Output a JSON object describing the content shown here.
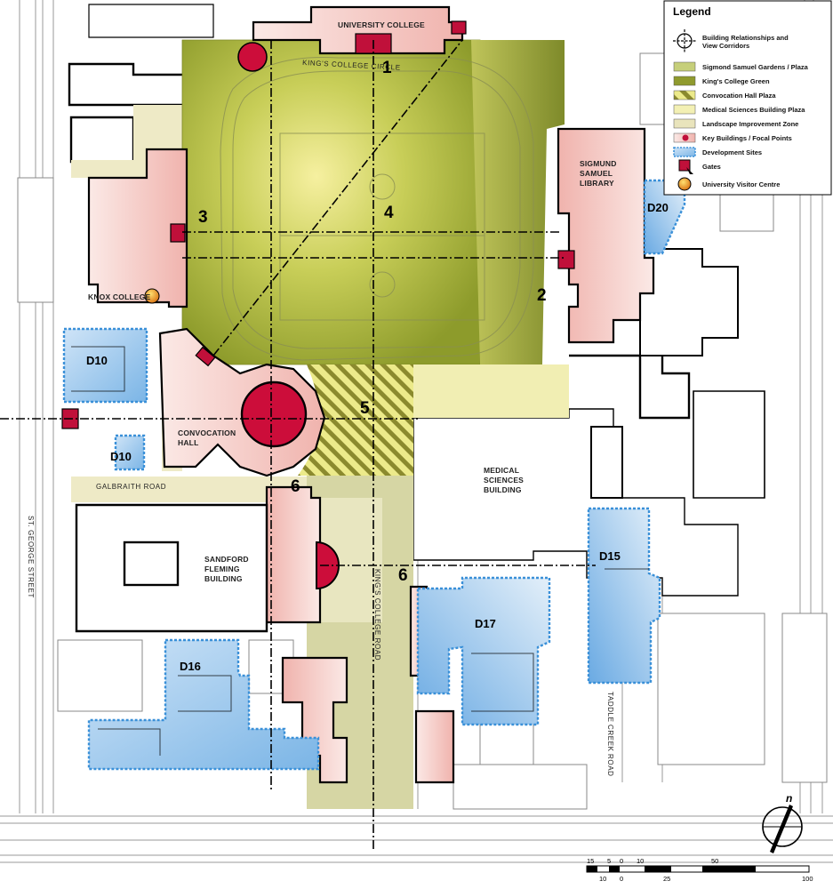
{
  "buildings": {
    "university_college": "UNIVERSITY COLLEGE",
    "sigmund_samuel_library": [
      "SIGMUND",
      "SAMUEL",
      "LIBRARY"
    ],
    "knox_college": "KNOX COLLEGE",
    "convocation_hall": [
      "CONVOCATION",
      "HALL"
    ],
    "medical_sciences_building": [
      "MEDICAL",
      "SCIENCES",
      "BUILDING"
    ],
    "sandford_fleming_building": [
      "SANDFORD",
      "FLEMING",
      "BUILDING"
    ]
  },
  "streets": {
    "kings_college_circle": "KING'S COLLEGE CIRCLE",
    "galbraith_road": "GALBRAITH ROAD",
    "st_george_street": "ST. GEORGE STREET",
    "kings_college_road": "KING'S COLLEGE ROAD",
    "taddle_creek_road": [
      "TADDLE",
      "CREEK",
      "ROAD"
    ]
  },
  "area_numbers": [
    "1",
    "2",
    "3",
    "4",
    "5",
    "6",
    "6"
  ],
  "development_sites": {
    "d10a": "D10",
    "d10b": "D10",
    "d15": "D15",
    "d16": "D16",
    "d17": "D17",
    "d20": "D20"
  },
  "legend": {
    "title": "Legend",
    "items": [
      {
        "label": "Building Relationships and View Corridors",
        "icon": "crosshair-icon"
      },
      {
        "label": "Sigmond Samuel Gardens / Plaza",
        "color": "#c6cf7a"
      },
      {
        "label": "King's College Green",
        "color": "#8f9a2e"
      },
      {
        "label": "Convocation Hall Plaza",
        "color": "#e6e07a"
      },
      {
        "label": "Medical Sciences Building Plaza",
        "color": "#f3f0b4"
      },
      {
        "label": "Landscape Improvement Zone",
        "color": "#e9e4bc"
      },
      {
        "label": "Key Buildings / Focal Points",
        "color": "#f4c6c2"
      },
      {
        "label": "Development Sites",
        "color": "#5aa7e0"
      },
      {
        "label": "Gates",
        "color": "#c0103a"
      },
      {
        "label": "University Visitor Centre",
        "color": "#f0a020"
      }
    ]
  },
  "north_arrow": {
    "label": "n"
  },
  "scale_bar": {
    "top_labels": [
      "15",
      "5",
      "0",
      "10",
      "50"
    ],
    "bottom_labels": [
      "10",
      "0",
      "25",
      "100"
    ]
  },
  "colors": {
    "green_dark": "#8f9a2e",
    "green_light": "#c6cf7a",
    "key_building": "#f4c6c2",
    "gate": "#c0103a",
    "development": "#5aa7e0"
  }
}
